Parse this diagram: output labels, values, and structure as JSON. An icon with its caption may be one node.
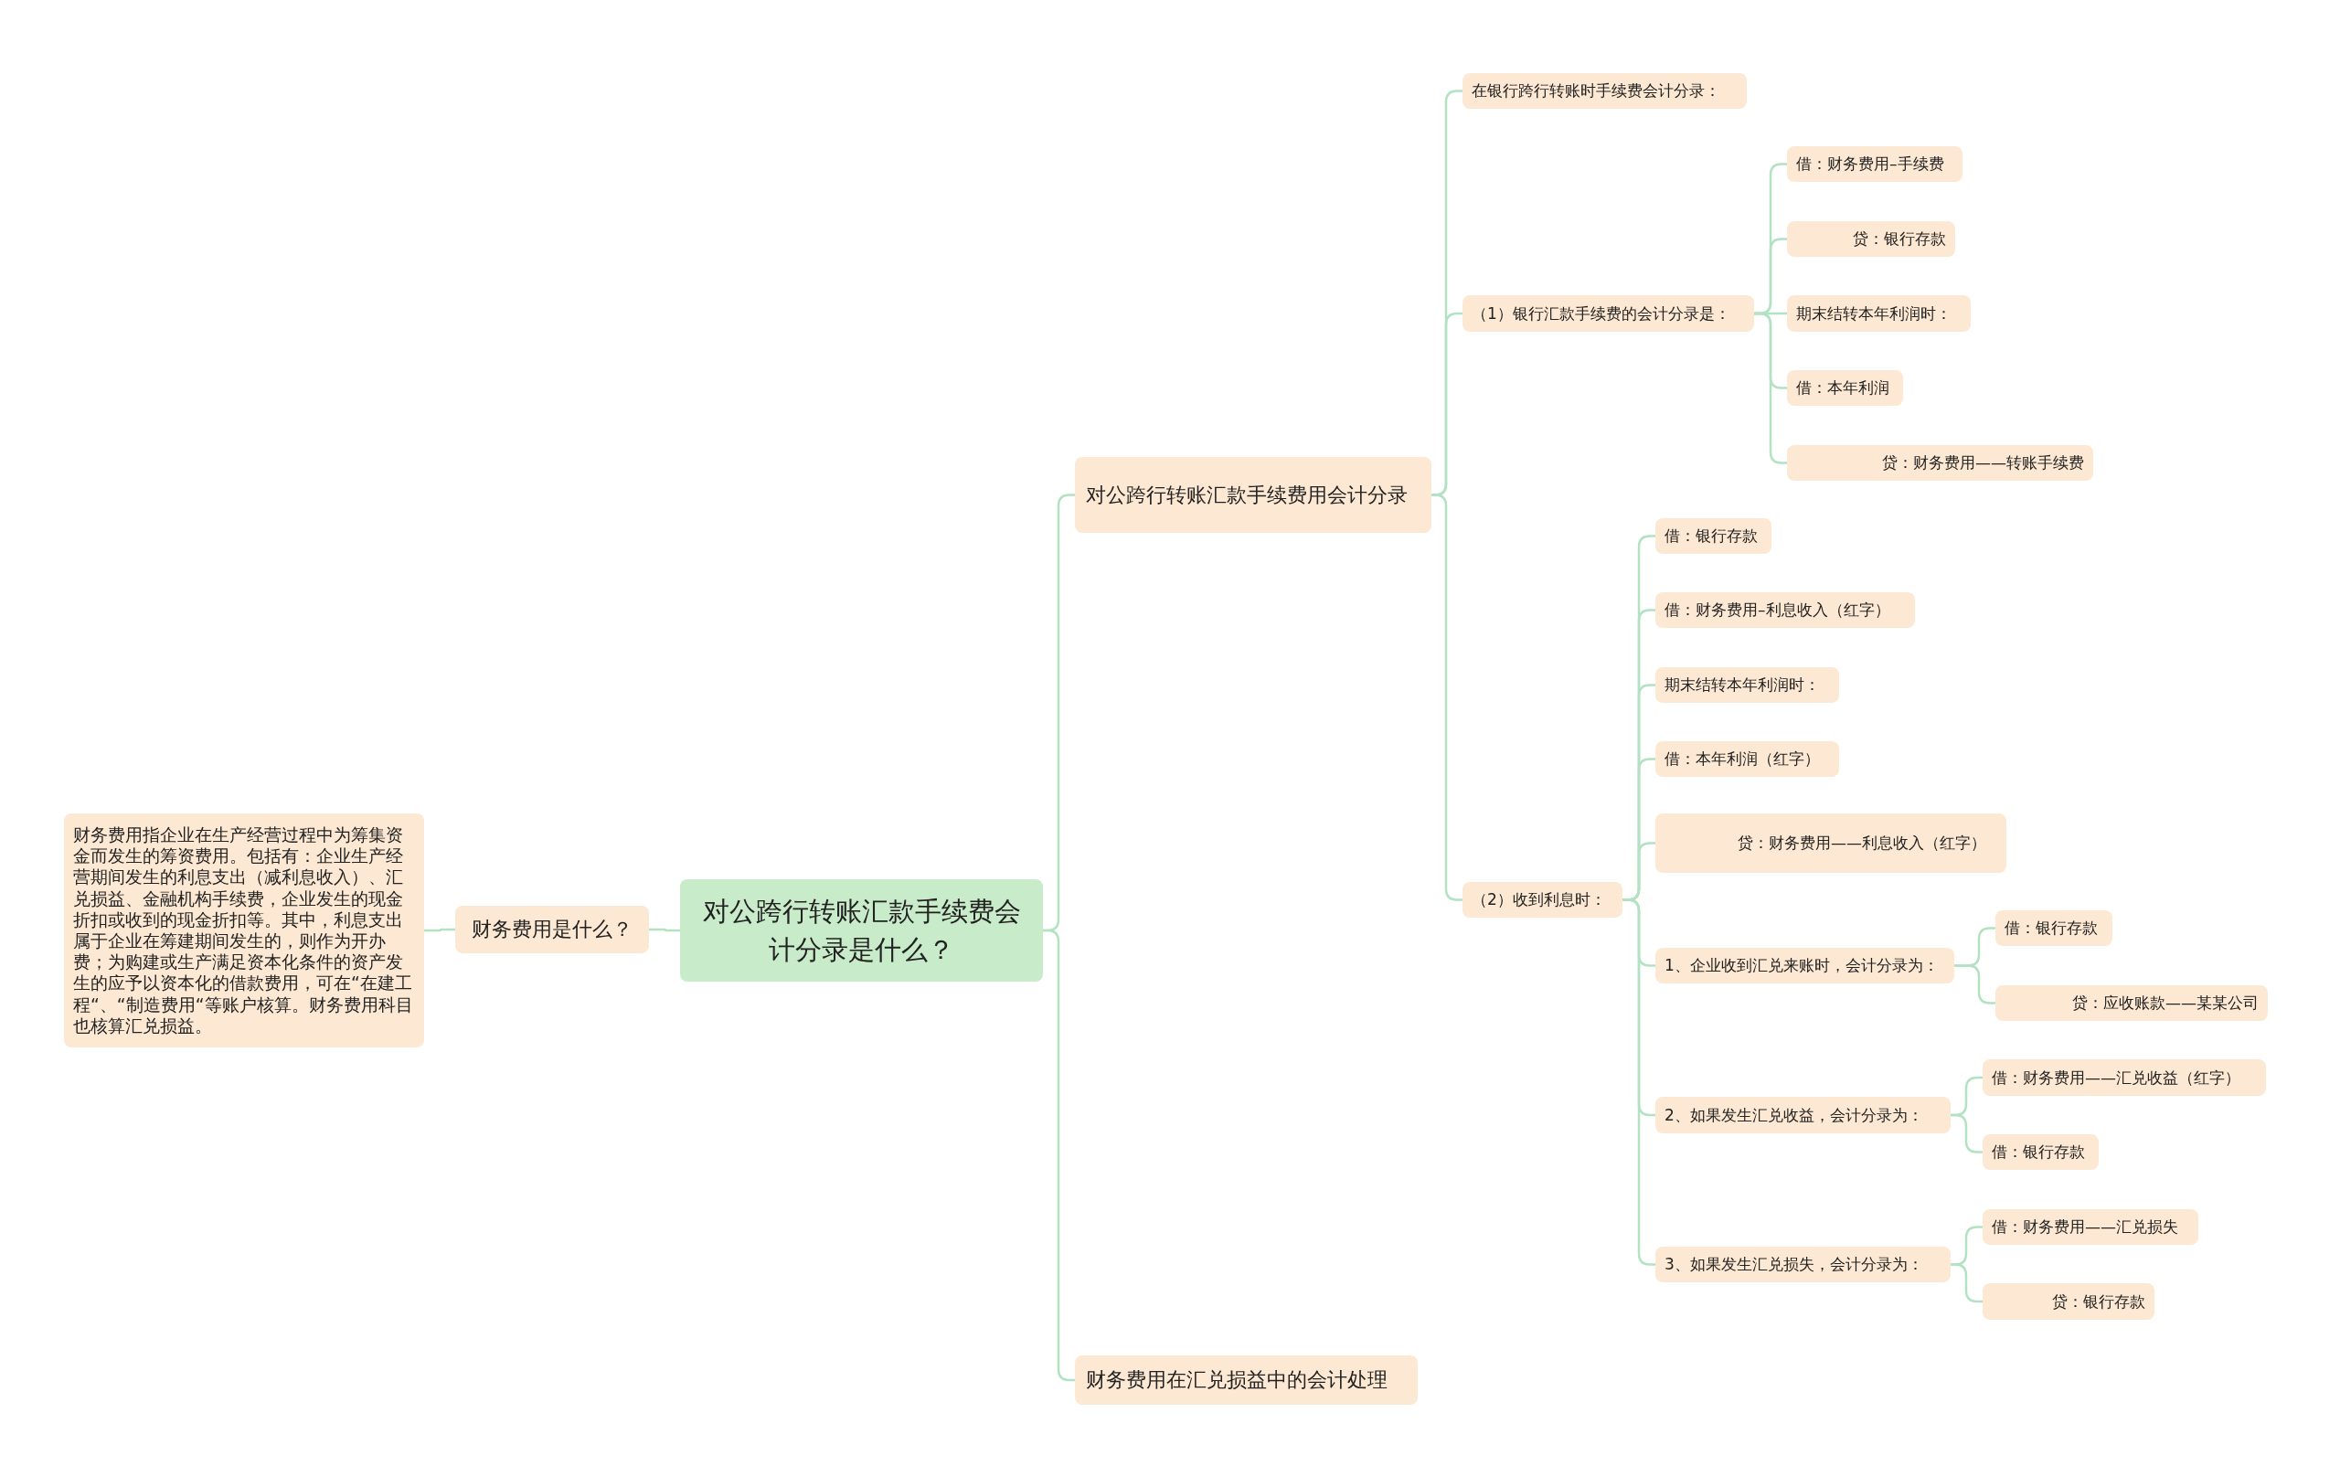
{
  "diagram": {
    "nodes": [
      {
        "text": [
          "对公跨行转账汇款手续费会计分录是什么？"
        ]
      },
      {
        "text": [
          "财务费用是什么？"
        ]
      },
      {
        "text": [
          "财务费用指企业在生产经营过程中为筹集资金而发生的筹资费用。包括有：企业生产经营期间发生的利息支出（减利息收入）、汇兑损益、金融机构手续费，企业发生的现金折扣或收到的现金折扣等。其中，利息支出属于企业在筹建期间发生的，则作为开办费；为购建或生产满足资本化条件的资产发生的应予以资本化的借款费用，可在“在建工程“、“制造费用“等账户核算。财务费用科目也核算汇兑损益。"
        ]
      },
      {
        "text": [
          "对公跨行转账汇款手续费用会计分录"
        ]
      },
      {
        "text": [
          "在银行跨行转账时手续费会计分录："
        ]
      },
      {
        "text": [
          "（1）银行汇款手续费的会计分录是："
        ]
      },
      {
        "text": [
          "借：财务费用–手续费"
        ]
      },
      {
        "text": [
          "贷：银行存款"
        ]
      },
      {
        "text": [
          "期末结转本年利润时："
        ]
      },
      {
        "text": [
          "借：本年利润"
        ]
      },
      {
        "text": [
          "贷：财务费用——转账手续费"
        ]
      },
      {
        "text": [
          "（2）收到利息时："
        ]
      },
      {
        "text": [
          "借：银行存款"
        ]
      },
      {
        "text": [
          "借：财务费用–利息收入（红字）"
        ]
      },
      {
        "text": [
          "期末结转本年利润时："
        ]
      },
      {
        "text": [
          "借：本年利润（红字）"
        ]
      },
      {
        "text": [
          "贷：财务费用——利息收入（红字）"
        ]
      },
      {
        "text": [
          "1、企业收到汇兑来账时，会计分录为："
        ]
      },
      {
        "text": [
          "借：银行存款"
        ]
      },
      {
        "text": [
          "贷：应收账款——某某公司"
        ]
      },
      {
        "text": [
          "2、如果发生汇兑收益，会计分录为："
        ]
      },
      {
        "text": [
          "借：财务费用——汇兑收益（红字）"
        ]
      },
      {
        "text": [
          "借：银行存款"
        ]
      },
      {
        "text": [
          "3、如果发生汇兑损失，会计分录为："
        ]
      },
      {
        "text": [
          "借：财务费用——汇兑损失"
        ]
      },
      {
        "text": [
          "贷：银行存款"
        ]
      },
      {
        "text": [
          "财务费用在汇兑损益中的会计处理"
        ]
      }
    ],
    "edges": [
      {
        "from": 0,
        "to": 1,
        "arrow": "none"
      },
      {
        "from": 1,
        "to": 2,
        "arrow": "none"
      },
      {
        "from": 0,
        "to": 3,
        "arrow": "none"
      },
      {
        "from": 0,
        "to": 26,
        "arrow": "none"
      },
      {
        "from": 3,
        "to": 4,
        "arrow": "none"
      },
      {
        "from": 3,
        "to": 5,
        "arrow": "none"
      },
      {
        "from": 3,
        "to": 11,
        "arrow": "none"
      },
      {
        "from": 5,
        "to": 6,
        "arrow": "none"
      },
      {
        "from": 5,
        "to": 7,
        "arrow": "none"
      },
      {
        "from": 5,
        "to": 8,
        "arrow": "none"
      },
      {
        "from": 5,
        "to": 9,
        "arrow": "none"
      },
      {
        "from": 5,
        "to": 10,
        "arrow": "none"
      },
      {
        "from": 11,
        "to": 12,
        "arrow": "none"
      },
      {
        "from": 11,
        "to": 13,
        "arrow": "none"
      },
      {
        "from": 11,
        "to": 14,
        "arrow": "none"
      },
      {
        "from": 11,
        "to": 15,
        "arrow": "none"
      },
      {
        "from": 11,
        "to": 16,
        "arrow": "none"
      },
      {
        "from": 11,
        "to": 17,
        "arrow": "none"
      },
      {
        "from": 11,
        "to": 20,
        "arrow": "none"
      },
      {
        "from": 11,
        "to": 23,
        "arrow": "none"
      },
      {
        "from": 17,
        "to": 18,
        "arrow": "none"
      },
      {
        "from": 17,
        "to": 19,
        "arrow": "none"
      },
      {
        "from": 20,
        "to": 21,
        "arrow": "none"
      },
      {
        "from": 20,
        "to": 22,
        "arrow": "none"
      },
      {
        "from": 23,
        "to": 24,
        "arrow": "none"
      },
      {
        "from": 23,
        "to": 25,
        "arrow": "none"
      }
    ]
  }
}
